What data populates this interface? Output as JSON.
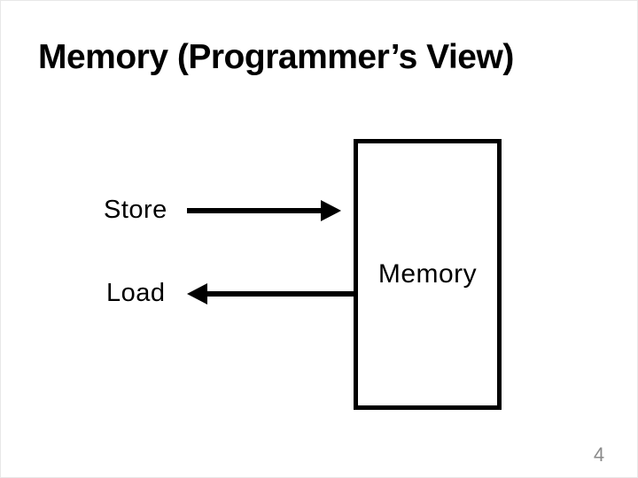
{
  "slide": {
    "title": "Memory (Programmer’s View)",
    "page_number": "4",
    "colors": {
      "background": "#ffffff",
      "text": "#000000",
      "box_border": "#000000",
      "arrow": "#000000",
      "page_number": "#8a8a8a"
    },
    "diagram": {
      "memory_box_label": "Memory",
      "store": {
        "label": "Store",
        "arrow_direction": "right",
        "target": "Memory"
      },
      "load": {
        "label": "Load",
        "arrow_direction": "left",
        "source": "Memory"
      }
    }
  }
}
